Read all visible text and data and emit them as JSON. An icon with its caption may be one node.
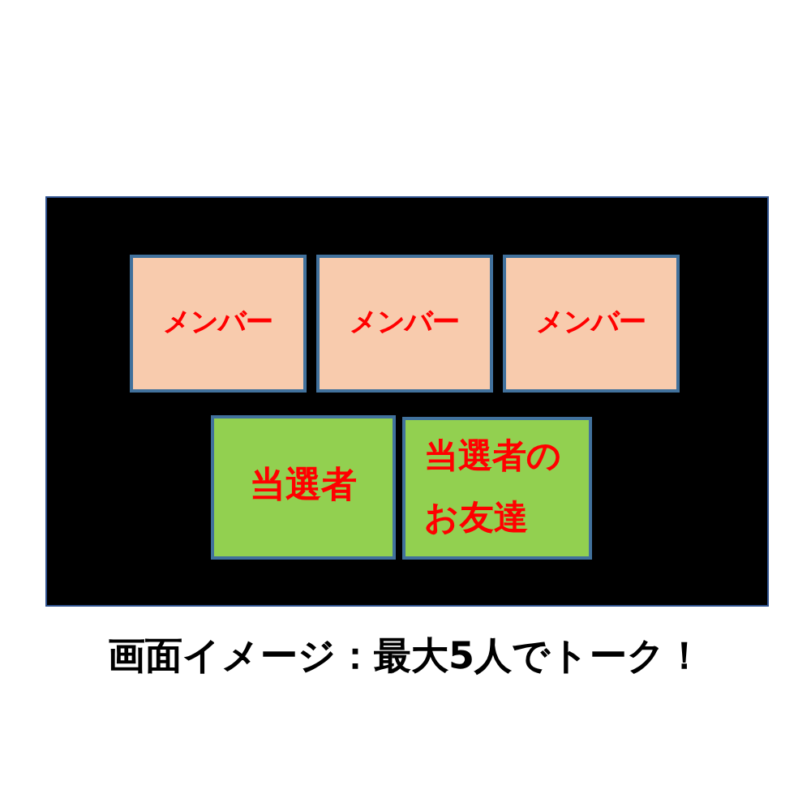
{
  "diagram": {
    "caption": "画面イメージ：最大5人でトーク！",
    "nodes": [
      {
        "text": [],
        "shape": "box"
      },
      {
        "text": [
          "メンバー"
        ],
        "in": 0
      },
      {
        "text": [
          "メンバー"
        ],
        "in": 0
      },
      {
        "text": [
          "メンバー"
        ],
        "in": 0
      },
      {
        "text": [
          "当選者"
        ],
        "in": 0
      },
      {
        "text": [
          "当選者のお友達"
        ],
        "in": 0
      }
    ]
  }
}
